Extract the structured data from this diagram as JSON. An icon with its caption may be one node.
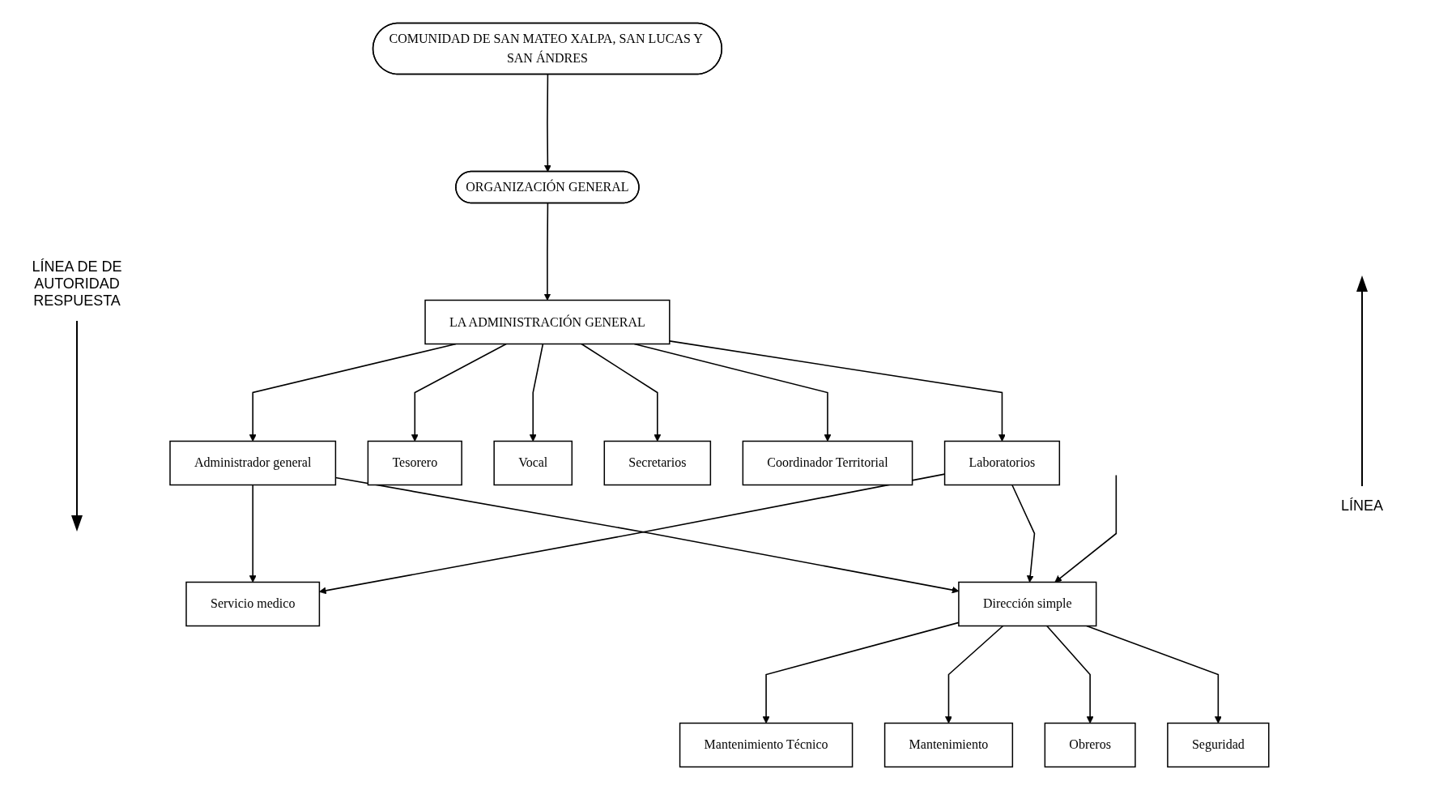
{
  "diagram": {
    "nodes": [
      {
        "text": [
          "COMUNIDAD DE SAN MATEO XALPA, SAN LUCAS Y SAN ÁNDRES"
        ]
      },
      {
        "text": [
          "ORGANIZACIÓN GENERAL"
        ]
      },
      {
        "text": [
          "LA ADMINISTRACIÓN GENERAL"
        ]
      },
      {
        "text": [
          "Administrador general"
        ]
      },
      {
        "text": [
          "Tesorero"
        ]
      },
      {
        "text": [
          "Vocal"
        ]
      },
      {
        "text": [
          "Secretarios"
        ]
      },
      {
        "text": [
          "Coordinador Territorial"
        ]
      },
      {
        "text": [
          "Laboratorios"
        ]
      },
      {
        "text": [
          "Servicio medico"
        ]
      },
      {
        "text": [
          "Dirección simple"
        ]
      },
      {
        "text": [
          "Mantenimiento Técnico"
        ]
      },
      {
        "text": [
          "Mantenimiento"
        ]
      },
      {
        "text": [
          "Obreros"
        ]
      },
      {
        "text": [
          "Seguridad"
        ]
      }
    ],
    "edges": [
      {
        "from": 0,
        "to": 1,
        "arrow": "to"
      },
      {
        "from": 1,
        "to": 2,
        "arrow": "to"
      },
      {
        "from": 2,
        "to": 3,
        "arrow": "to"
      },
      {
        "from": 2,
        "to": 4,
        "arrow": "to"
      },
      {
        "from": 2,
        "to": 5,
        "arrow": "to"
      },
      {
        "from": 2,
        "to": 6,
        "arrow": "to"
      },
      {
        "from": 2,
        "to": 7,
        "arrow": "to"
      },
      {
        "from": 2,
        "to": 8,
        "arrow": "to"
      },
      {
        "from": 3,
        "to": 9,
        "arrow": "to"
      },
      {
        "from": 3,
        "to": 10,
        "arrow": "to"
      },
      {
        "from": 8,
        "to": 9,
        "arrow": "to"
      },
      {
        "from": 8,
        "to": 10,
        "arrow": "to"
      },
      {
        "from": null,
        "to": 10,
        "arrow": "to"
      },
      {
        "from": 10,
        "to": 11,
        "arrow": "to"
      },
      {
        "from": 10,
        "to": 12,
        "arrow": "to"
      },
      {
        "from": 10,
        "to": 13,
        "arrow": "to"
      },
      {
        "from": 10,
        "to": 14,
        "arrow": "to"
      }
    ],
    "labels": [
      "LÍNEA DE DE AUTORIDAD RESPUESTA",
      "LÍNEA"
    ]
  }
}
